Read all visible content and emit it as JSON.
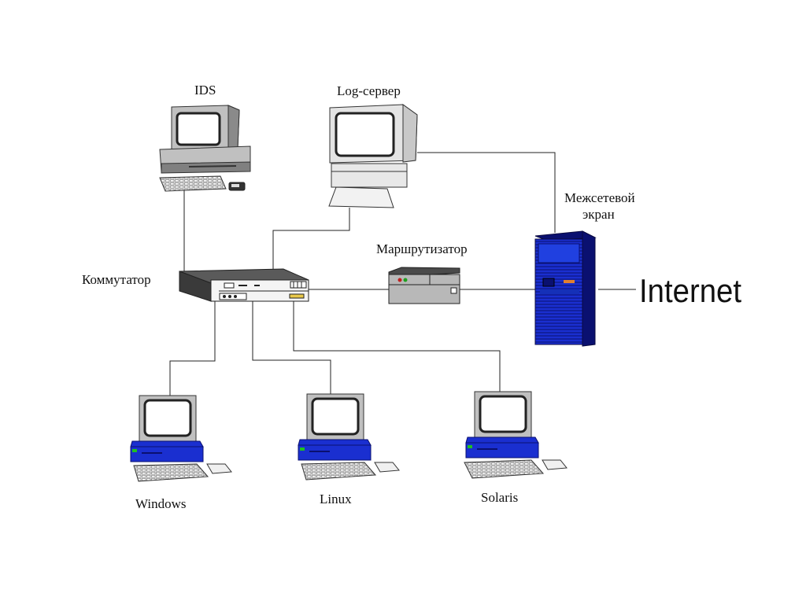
{
  "labels": {
    "ids": "IDS",
    "log_server": "Log-сервер",
    "firewall_line1": "Межсетевой",
    "firewall_line2": "экран",
    "router": "Маршрутизатор",
    "switch": "Коммутатор",
    "internet": "Internet",
    "windows": "Windows",
    "linux": "Linux",
    "solaris": "Solaris"
  },
  "colors": {
    "blue": "#1a2fd0",
    "dark_blue": "#0a1070",
    "gray": "#c0c0c0",
    "dark_gray": "#707070",
    "screen": "#ffffff"
  },
  "icons": [
    "monitor-icon",
    "workstation-icon",
    "switch-icon",
    "router-icon",
    "server-tower-icon",
    "keyboard-icon",
    "mouse-icon"
  ]
}
